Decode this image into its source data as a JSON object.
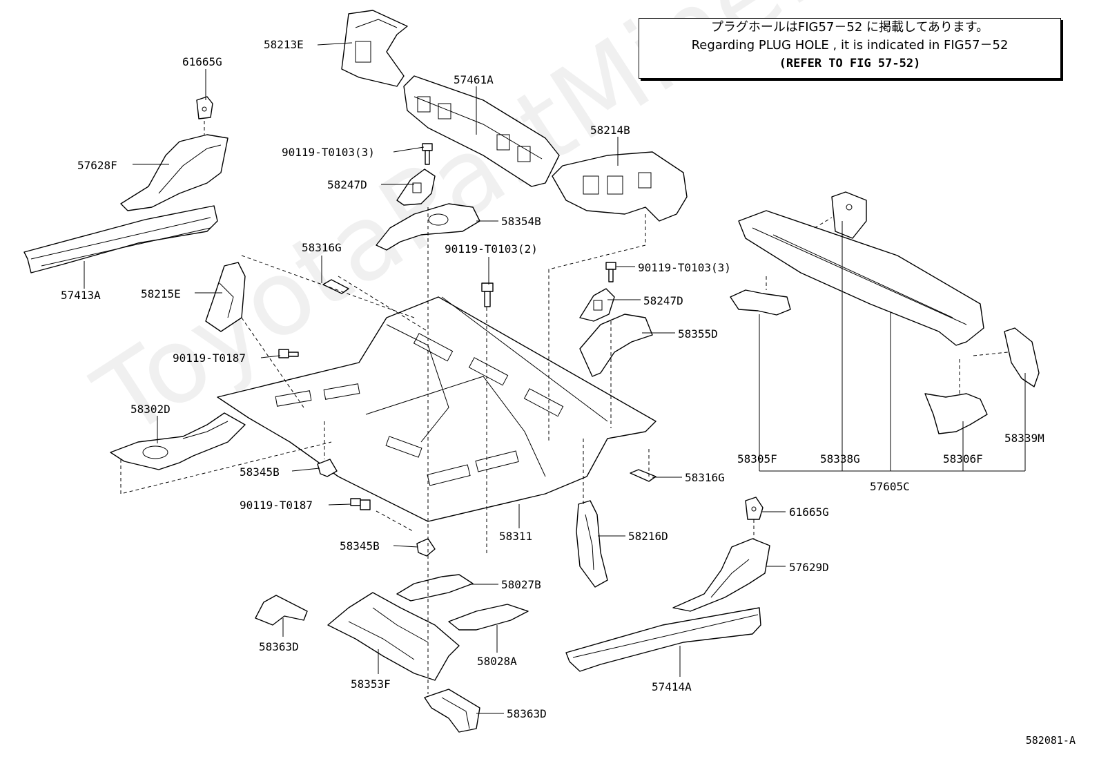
{
  "note": {
    "line_jp": "プラグホールはFIG57－52 に掲載してあります。",
    "line_en": "Regarding PLUG HOLE , it is indicated in FIG57－52",
    "line_ref": "(REFER TO FIG 57-52)"
  },
  "watermark": "ToyotaPartMine.ru",
  "doc_id": "582081-A",
  "labels": {
    "p58213E": "58213E",
    "p61665G_l": "61665G",
    "p57461A": "57461A",
    "p58214B": "58214B",
    "p57628F": "57628F",
    "p90119T0103_3a": "90119-T0103(3)",
    "p58247D_a": "58247D",
    "p58354B": "58354B",
    "p57413A": "57413A",
    "p58316G_a": "58316G",
    "p90119T0103_2": "90119-T0103(2)",
    "p58215E": "58215E",
    "p90119T0103_3b": "90119-T0103(3)",
    "p58247D_b": "58247D",
    "p58355D": "58355D",
    "p90119T0187_a": "90119-T0187",
    "p58302D": "58302D",
    "p58345B_a": "58345B",
    "p90119T0187_b": "90119-T0187",
    "p58316G_b": "58316G",
    "p58311": "58311",
    "p58345B_b": "58345B",
    "p58216D": "58216D",
    "p58305F": "58305F",
    "p58338G": "58338G",
    "p58306F": "58306F",
    "p58339M": "58339M",
    "p57605C": "57605C",
    "p61665G_r": "61665G",
    "p57629D": "57629D",
    "p58027B": "58027B",
    "p58028A": "58028A",
    "p58363D_a": "58363D",
    "p58353F": "58353F",
    "p57414A": "57414A",
    "p58363D_b": "58363D"
  }
}
